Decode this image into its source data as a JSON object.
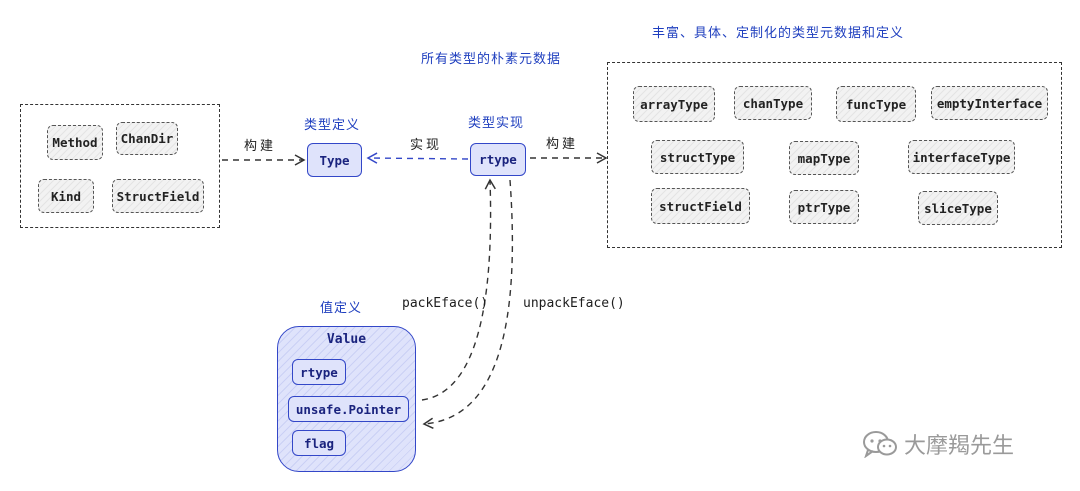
{
  "notes": {
    "all_types_meta": "所有类型的朴素元数据",
    "rich_types_meta": "丰富、具体、定制化的类型元数据和定义",
    "type_def": "类型定义",
    "type_impl": "类型实现",
    "value_def": "值定义"
  },
  "left_group": {
    "items": [
      "Method",
      "ChanDir",
      "Kind",
      "StructField"
    ]
  },
  "nodes": {
    "type": "Type",
    "rtype": "rtype",
    "value_title": "Value",
    "value_fields": [
      "rtype",
      "unsafe.Pointer",
      "flag"
    ]
  },
  "edges": {
    "build_left": "构建",
    "implement": "实现",
    "build_right": "构建",
    "pack": "packEface()",
    "unpack": "unpackEface()"
  },
  "right_group": {
    "items": [
      "arrayType",
      "chanType",
      "funcType",
      "emptyInterface",
      "structType",
      "mapType",
      "interfaceType",
      "structField",
      "ptrType",
      "sliceType"
    ]
  },
  "watermark": {
    "text": "大摩羯先生",
    "icon": "wechat-icon"
  }
}
